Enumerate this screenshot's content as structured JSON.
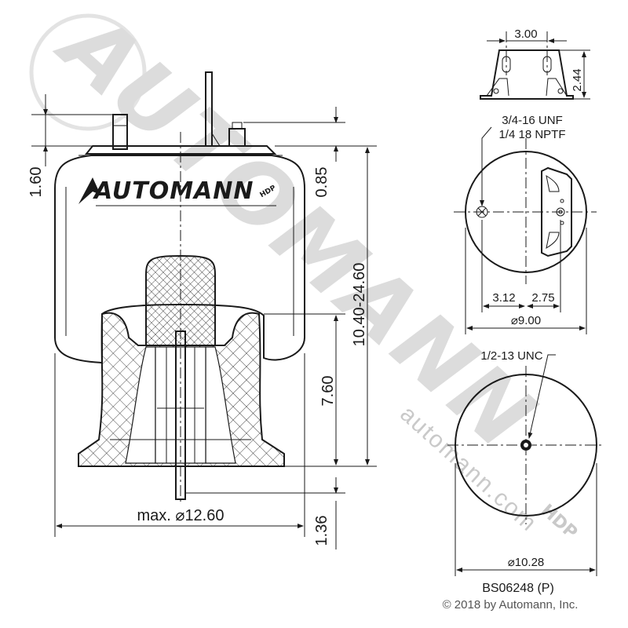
{
  "brand": {
    "logo_text": "AUTOMANN",
    "logo_suffix": "HDP",
    "watermark_text": "AUTOMANN",
    "watermark_url": "automann.com"
  },
  "side_view": {
    "dim_top_left": "1.60",
    "dim_top_right": "0.85",
    "dim_height": "10.40-24.60",
    "dim_piston": "7.60",
    "dim_stud": "1.36",
    "dim_max_diameter": "max. ⌀12.60"
  },
  "bracket_view": {
    "dim_width": "3.00",
    "dim_height": "2.44"
  },
  "top_view": {
    "thread_1": "3/4-16 UNF",
    "thread_2": "1/4 18 NPTF",
    "dim_left_offset": "3.12",
    "dim_right_offset": "2.75",
    "dim_diameter": "⌀9.00"
  },
  "bottom_view": {
    "thread": "1/2-13 UNC",
    "dim_diameter": "⌀10.28"
  },
  "part_number": "BS06248 (P)",
  "copyright": "© 2018 by Automann, Inc.",
  "colors": {
    "line": "#1a1a1a",
    "watermark": "#d9d9d9"
  }
}
